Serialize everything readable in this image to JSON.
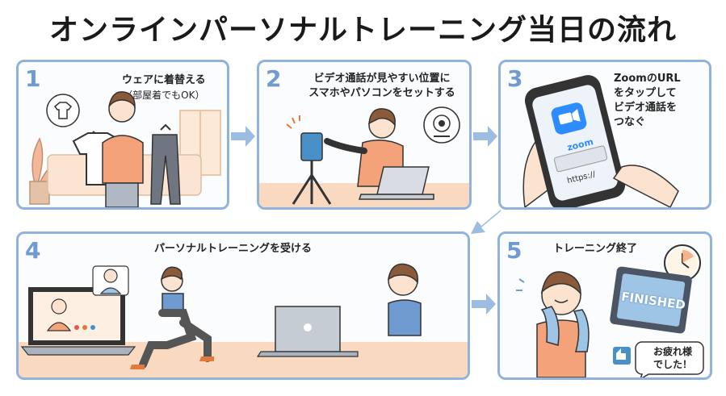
{
  "title": "オンラインパーソナルトレーニング当日の流れ",
  "steps": [
    {
      "number": "1",
      "caption": "ウェアに着替える",
      "subcaption": "（部屋着でもOK）"
    },
    {
      "number": "2",
      "caption_line1": "ビデオ通話が見やすい位置に",
      "caption_line2": "スマホやパソコンをセットする"
    },
    {
      "number": "3",
      "caption_line1": "ZoomのURL",
      "caption_line2": "をタップして",
      "caption_line3": "ビデオ通話を",
      "caption_line4": "つなぐ",
      "app_label": "zoom",
      "url_text": "https://"
    },
    {
      "number": "4",
      "caption": "パーソナルトレーニングを受ける"
    },
    {
      "number": "5",
      "caption": "トレーニング終了",
      "screen_text": "FINISHED",
      "bubble_line1": "お疲れ様",
      "bubble_line2": "でした！"
    }
  ],
  "colors": {
    "accent": "#8fb3dc",
    "arrow": "#9dbde0",
    "floor": "#f9d9c0",
    "shirt": "#f4a27a",
    "zoom": "#2d8cff"
  }
}
